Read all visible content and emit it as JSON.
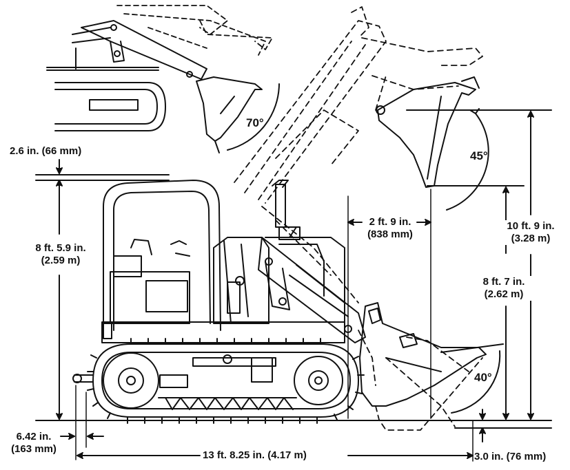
{
  "dimensions": {
    "top_clearance": "2.6 in. (66 mm)",
    "angle_rollback_upper": "70°",
    "angle_dump_raised": "45°",
    "angle_dump_ground": "40°",
    "reach": "2 ft. 9 in.",
    "reach_metric": "(838 mm)",
    "overall_height": "8 ft. 5.9 in.",
    "overall_height_metric": "(2.59 m)",
    "dump_clearance": "8 ft. 7 in.",
    "dump_clearance_metric": "(2.62 m)",
    "max_height": "10 ft. 9 in.",
    "max_height_metric": "(3.28 m)",
    "ground_offset": "6.42 in.",
    "ground_offset_metric": "(163 mm)",
    "overall_length": "13 ft. 8.25 in. (4.17 m)",
    "dig_depth": "3.0 in. (76 mm)"
  },
  "colors": {
    "line": "#111111",
    "background": "#ffffff"
  }
}
